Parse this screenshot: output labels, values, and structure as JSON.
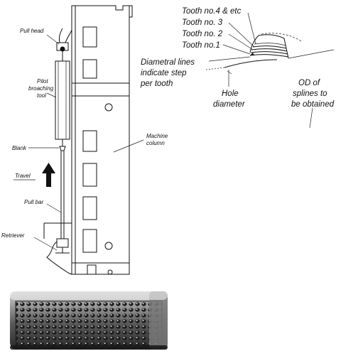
{
  "machine": {
    "labels": {
      "pull_head": "Pull head",
      "pilot_tool_line1": "Pilot",
      "pilot_tool_line2": "broaching",
      "pilot_tool_line3": "tool",
      "blank": "Blank",
      "travel": "Travel",
      "pull_bar": "Pull bar",
      "retriever": "Retriever",
      "column_line1": "Machine",
      "column_line2": "column"
    }
  },
  "spline": {
    "labels": {
      "tooth4": "Tooth no.4  & etc",
      "tooth3": "Tooth no. 3",
      "tooth2": "Tooth no. 2",
      "tooth1": "Tooth no.1",
      "diam_line1": "Diametral lines",
      "diam_line2": "indicate step",
      "diam_line3": "per tooth",
      "hole_line1": "Hole",
      "hole_line2": "diameter",
      "od_line1": "OD of",
      "od_line2": "splines to",
      "od_line3": "be obtained"
    }
  },
  "colors": {
    "ink": "#111111",
    "tool_photo_dark": "#3a3a3a",
    "tool_photo_light": "#b8b8b8"
  }
}
